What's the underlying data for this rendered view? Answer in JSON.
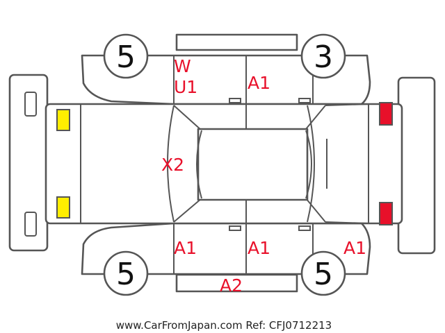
{
  "damage_codes": {
    "front_left_fender": "W\nU1",
    "roof": "A1",
    "hood": "X2",
    "left_front_door": "A1",
    "left_rear_door": "A1",
    "left_quarter": "A1",
    "left_rocker": "A2"
  },
  "tire_treads": {
    "front_left_top": "5",
    "rear_top": "3",
    "front_left_bottom": "5",
    "rear_bottom": "5"
  },
  "lamp_colors": {
    "front": "#ffee00",
    "rear": "#e8102a"
  },
  "footer": {
    "text": "www.CarFromJapan.com Ref: CFJ0712213"
  }
}
